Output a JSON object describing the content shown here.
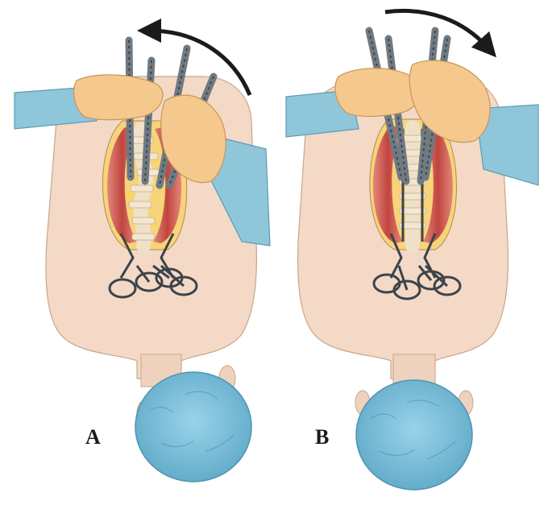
{
  "panels": [
    {
      "id": "A",
      "label": "A",
      "rotation": "counterclockwise",
      "screws": "unaligned"
    },
    {
      "id": "B",
      "label": "B",
      "rotation": "clockwise",
      "screws": "aligned"
    }
  ],
  "colors": {
    "skin": "#f3d9c6",
    "skin_shadow": "#e4c0a6",
    "drape_blue": "#8fc6d9",
    "drape_blue_dark": "#6aa9c2",
    "cap_blue": "#7fc3df",
    "glove": "#f5c98e",
    "muscle": "#c8504a",
    "muscle_light": "#e38b74",
    "bone": "#efe0c8",
    "instrument": "#6f7a83",
    "instrument_dark": "#3c4449",
    "arrow": "#1b1b1b"
  }
}
